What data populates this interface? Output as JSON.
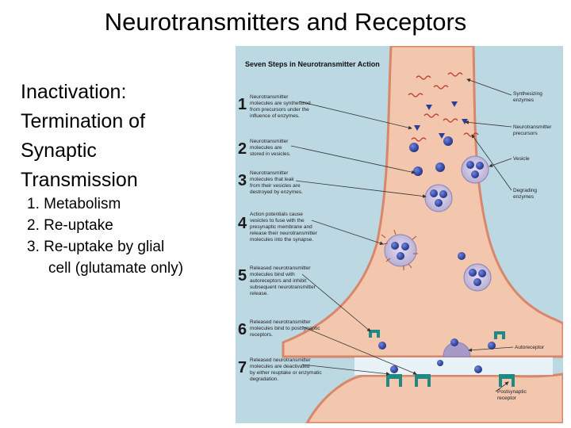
{
  "slide": {
    "title": "Neurotransmitters and Receptors",
    "heading_lines": [
      "Inactivation:",
      "Termination of",
      "Synaptic",
      "Transmission"
    ],
    "list": [
      {
        "text": "1. Metabolism"
      },
      {
        "text": "2. Re‐uptake"
      },
      {
        "text": "3. Re-uptake by glial",
        "cont": "cell (glutamate only)"
      }
    ]
  },
  "figure": {
    "title": "Seven Steps in Neurotransmitter Action",
    "steps": [
      {
        "num": "1",
        "lines": [
          "Neurotransmitter",
          "molecules are synthesized",
          "from precursors under the",
          "influence of enzymes."
        ]
      },
      {
        "num": "2",
        "lines": [
          "Neurotransmitter",
          "molecules are",
          "stored in vesicles."
        ]
      },
      {
        "num": "3",
        "lines": [
          "Neurotransmitter",
          "molecules that leak",
          "from their vesicles are",
          "destroyed by enzymes."
        ]
      },
      {
        "num": "4",
        "lines": [
          "Action potentials cause",
          "vesicles to fuse with the",
          "presynaptic membrane and",
          "release their neurotransmitter",
          "molecules into the synapse."
        ]
      },
      {
        "num": "5",
        "lines": [
          "Released neurotransmitter",
          "molecules bind with",
          "autoreceptors and inhibit",
          "subsequent neurotransmitter",
          "release."
        ]
      },
      {
        "num": "6",
        "lines": [
          "Released neurotransmitter",
          "molecules bind to postsynaptic",
          "receptors."
        ]
      },
      {
        "num": "7",
        "lines": [
          "Released neurotransmitter",
          "molecules are deactivated",
          "by either reuptake or enzymatic",
          "degradation."
        ]
      }
    ],
    "labels": {
      "synth": [
        "Synthesizing",
        "enzymes"
      ],
      "precursors": [
        "Neurotransmitter",
        "precursors"
      ],
      "vesicle": [
        "Vesicle"
      ],
      "degrading": [
        "Degrading",
        "enzymes"
      ],
      "autoreceptor": [
        "Autoreceptor"
      ],
      "postsynaptic": [
        "Postsynaptic",
        "receptor"
      ]
    }
  },
  "colors": {
    "background_blue": "#bcd8e2",
    "neuron_fill": "#f3c6ae",
    "neuron_edge": "#d8876a",
    "molecule": "#2b3d9a",
    "receptor": "#1f8a84",
    "autoreceptor": "#a89ac8"
  }
}
